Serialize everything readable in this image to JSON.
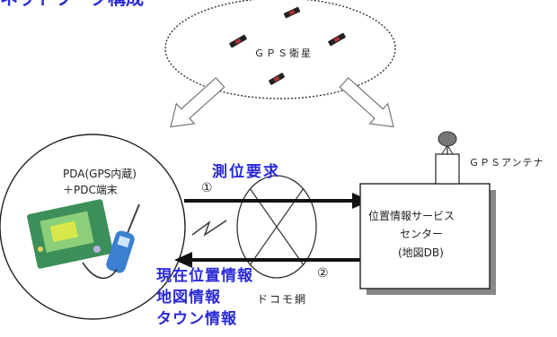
{
  "header_fragment": "ネットワーク構成",
  "satellite_label": "ＧＰＳ衛星",
  "pda_label_line1": "PDA(GPS内蔵)",
  "pda_label_line2": "＋PDC端末",
  "measure_request": "測位要求",
  "step1": "①",
  "step2": "②",
  "server_line1": "位置情報サービス",
  "server_line2": "センター",
  "server_line3": "(地図DB)",
  "gps_antenna": "ＧＰＳアンテナ",
  "network_label": "ドコモ網",
  "info_current": "現在位置情報",
  "info_map": "地図情報",
  "info_town": "タウン情報",
  "colors": {
    "accent": "#2a2ad8",
    "line": "#111111",
    "handset": "#3a7fd0",
    "pda": "#3d8f5a"
  }
}
